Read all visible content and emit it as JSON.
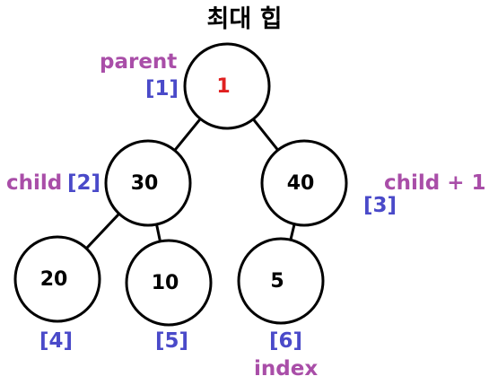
{
  "title": "최대 힙",
  "colors": {
    "node_stroke": "#000000",
    "node_fill": "#ffffff",
    "edge": "#000000",
    "root_value": "#e02020",
    "value": "#000000",
    "purple_label": "#a94ea8",
    "index_label": "#4a4ac9"
  },
  "nodes": [
    {
      "id": "n1",
      "value": "1",
      "index": "[1]",
      "highlight": true
    },
    {
      "id": "n2",
      "value": "30",
      "index": "[2]"
    },
    {
      "id": "n3",
      "value": "40",
      "index": "[3]"
    },
    {
      "id": "n4",
      "value": "20",
      "index": "[4]"
    },
    {
      "id": "n5",
      "value": "10",
      "index": "[5]"
    },
    {
      "id": "n6",
      "value": "5",
      "index": "[6]"
    }
  ],
  "edges": [
    [
      "n1",
      "n2"
    ],
    [
      "n1",
      "n3"
    ],
    [
      "n2",
      "n4"
    ],
    [
      "n2",
      "n5"
    ],
    [
      "n3",
      "n6"
    ]
  ],
  "labels": {
    "parent": "parent",
    "child": "child",
    "child_plus_one": "child + 1",
    "index": "index"
  }
}
